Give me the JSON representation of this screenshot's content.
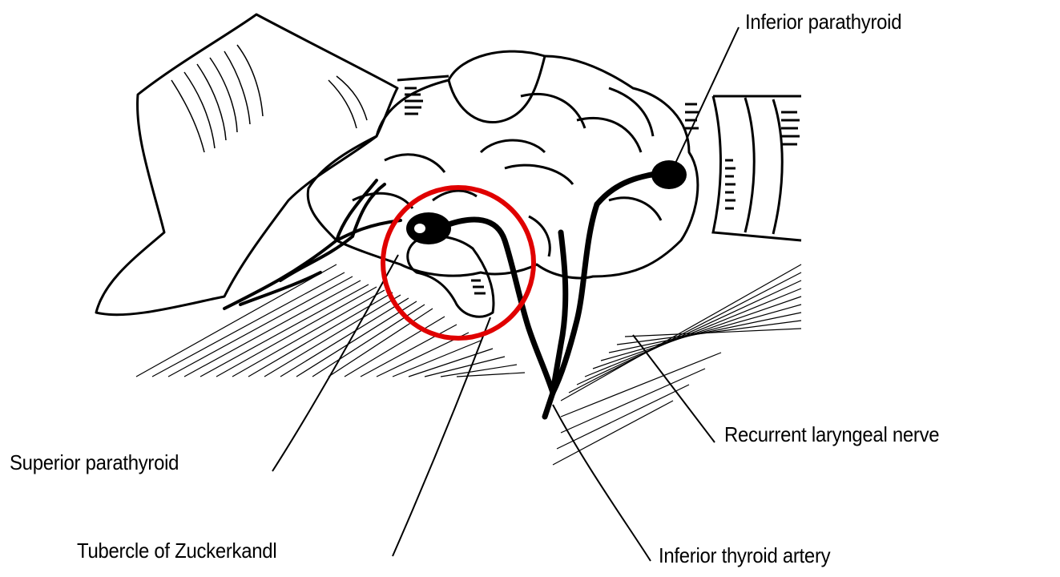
{
  "figure": {
    "labels": {
      "inferior_parathyroid": "Inferior parathyroid",
      "recurrent_laryngeal_nerve": "Recurrent laryngeal nerve",
      "superior_parathyroid": "Superior parathyroid",
      "tubercle_of_zuckerkandl": "Tubercle of Zuckerkandl",
      "inferior_thyroid_artery": "Inferior thyroid artery"
    },
    "highlight": {
      "shape": "circle",
      "target": "Tubercle of Zuckerkandl",
      "color": "#e00000"
    },
    "line_color": "#000000",
    "background": "#ffffff"
  }
}
